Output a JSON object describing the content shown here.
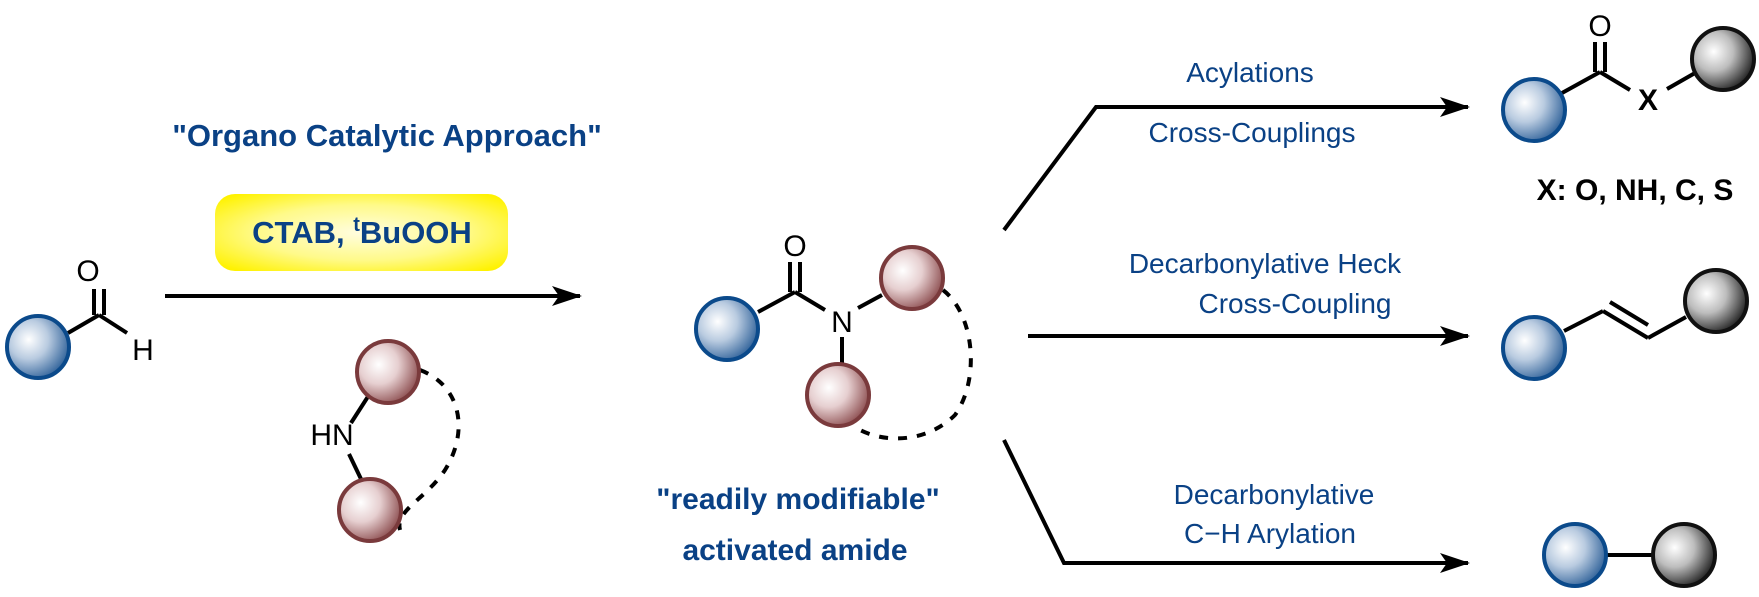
{
  "scheme": {
    "title": "\"Organo Catalytic Approach\"",
    "reagent_box": {
      "main": "CTAB, ",
      "superscript": "t",
      "rest": "BuOOH",
      "fill_color": "#fff200"
    },
    "starting_material": {
      "label": "aldehyde",
      "atoms": {
        "oxygen": "O",
        "hydrogen": "H"
      }
    },
    "amine": {
      "label": "cyclic secondary amine",
      "atoms": {
        "nh": "HN"
      }
    },
    "intermediate": {
      "atoms": {
        "oxygen": "O",
        "nitrogen": "N"
      },
      "caption_line1": "\"readily modifiable\"",
      "caption_line2": "activated amide"
    },
    "pathways": [
      {
        "label_above": "Acylations",
        "label_below": "Cross-Couplings",
        "product": {
          "atoms": {
            "oxygen": "O",
            "x": "X"
          },
          "note": "X: O, NH, C, S"
        }
      },
      {
        "label_line1": "Decarbonylative Heck",
        "label_line2": "Cross-Coupling",
        "product": {
          "type": "alkene"
        }
      },
      {
        "label_line1": "Decarbonylative",
        "label_line2": "C−H Arylation",
        "product": {
          "type": "biaryl"
        }
      }
    ],
    "colors": {
      "text_blue": "#0a4185",
      "sphere_blue": "#0b4a8b",
      "sphere_maroon": "#7a3a3c",
      "sphere_black": "#111111"
    }
  }
}
